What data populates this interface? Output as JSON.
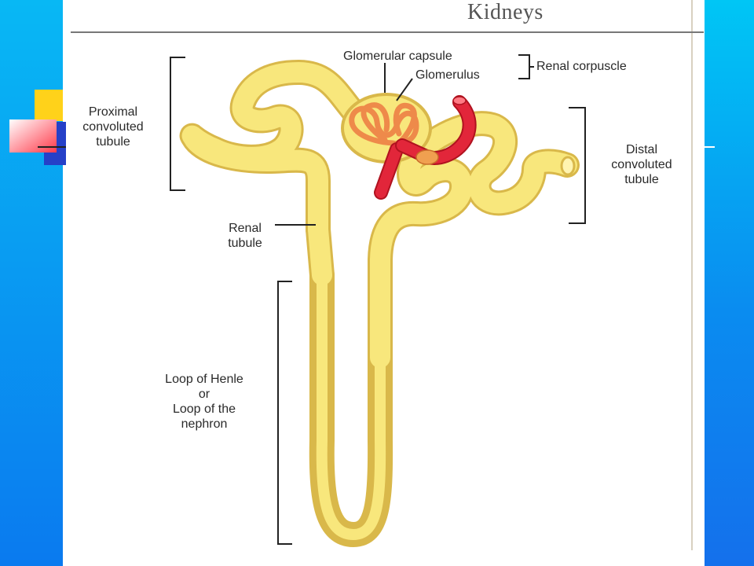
{
  "title": "Kidneys",
  "labels": {
    "glomerular_capsule": "Glomerular capsule",
    "glomerulus": "Glomerulus",
    "renal_corpuscle": "Renal corpuscle",
    "proximal": [
      "Proximal",
      "convoluted",
      "tubule"
    ],
    "distal": [
      "Distal",
      "convoluted",
      "tubule"
    ],
    "renal_tubule": [
      "Renal",
      "tubule"
    ],
    "loop": [
      "Loop of Henle",
      "or",
      "Loop of the",
      "nephron"
    ]
  },
  "colors": {
    "tubule_fill": "#f8e77c",
    "tubule_edge": "#d9b84a",
    "vessel_red": "#e2263a",
    "vessel_dark": "#b0121f",
    "glomerulus_orange": "#ee8a4a",
    "bracket": "#222222"
  }
}
